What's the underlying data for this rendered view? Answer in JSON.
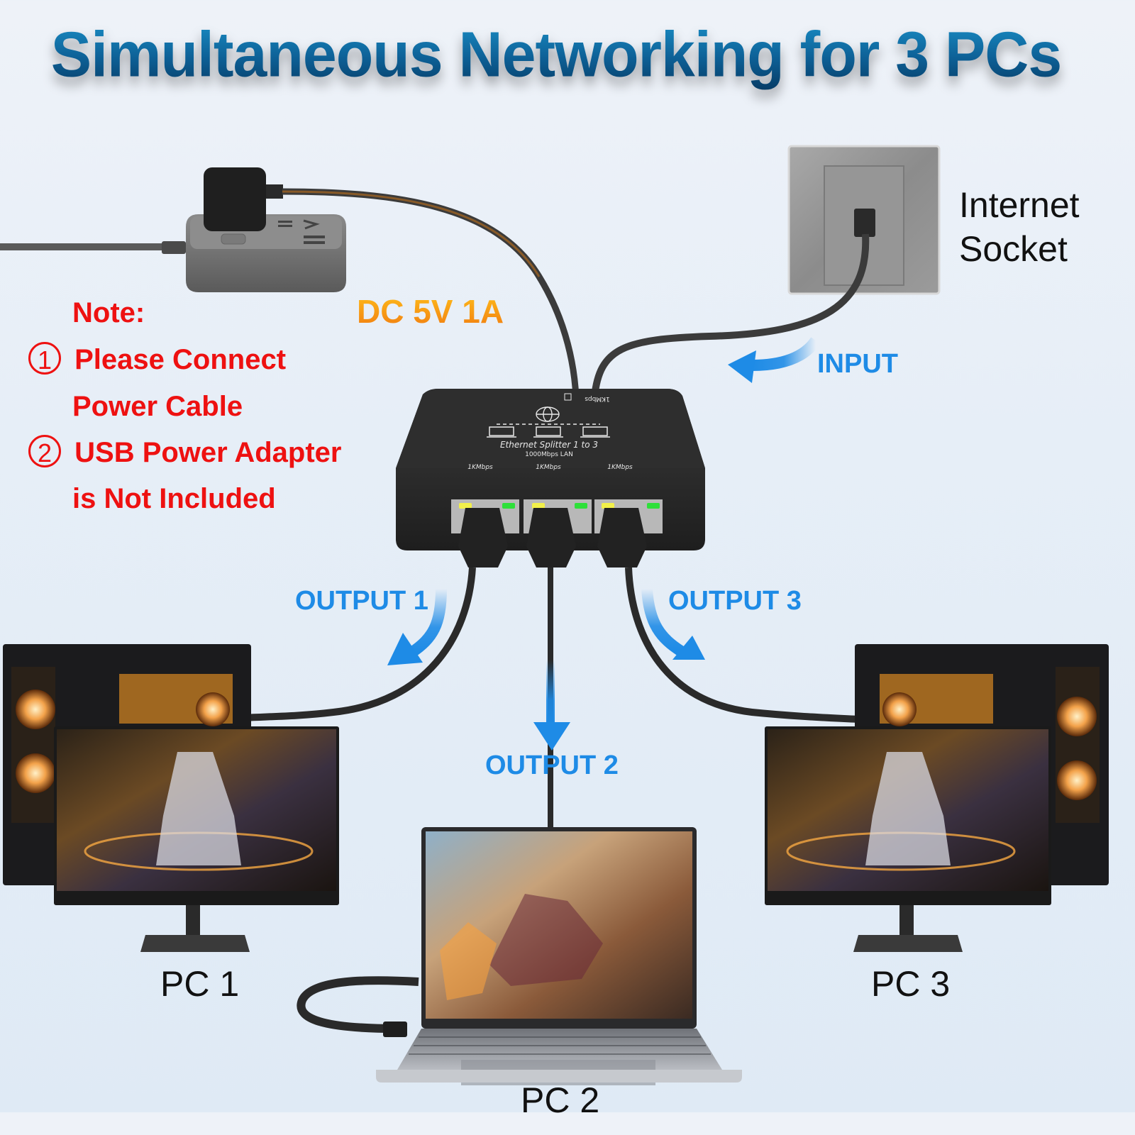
{
  "title": "Simultaneous Networking for  3  PCs",
  "power": {
    "label": "DC 5V 1A",
    "label_color": "#f5901a"
  },
  "note": {
    "heading": "Note:",
    "items": [
      {
        "marker": "1",
        "lines": [
          "Please Connect",
          "Power Cable"
        ]
      },
      {
        "marker": "2",
        "lines": [
          "USB Power Adapter",
          "is Not Included"
        ]
      }
    ],
    "color": "#ee1111"
  },
  "socket": {
    "label_line1": "Internet",
    "label_line2": "Socket"
  },
  "input_label": "INPUT",
  "device": {
    "name": "Ethernet Splitter 1 to 3",
    "subtitle": "1000Mbps LAN",
    "input_speed": "1KMbps",
    "port_speeds": [
      "1KMbps",
      "1KMbps",
      "1KMbps"
    ]
  },
  "outputs": [
    {
      "label": "OUTPUT 1",
      "pc": "PC 1"
    },
    {
      "label": "OUTPUT 2",
      "pc": "PC 2"
    },
    {
      "label": "OUTPUT 3",
      "pc": "PC 3"
    }
  ],
  "colors": {
    "accent_blue": "#1e8be6",
    "title_blue": "#0d5f95",
    "led_yellow": "#f2f04a",
    "led_green": "#2ee03a"
  }
}
